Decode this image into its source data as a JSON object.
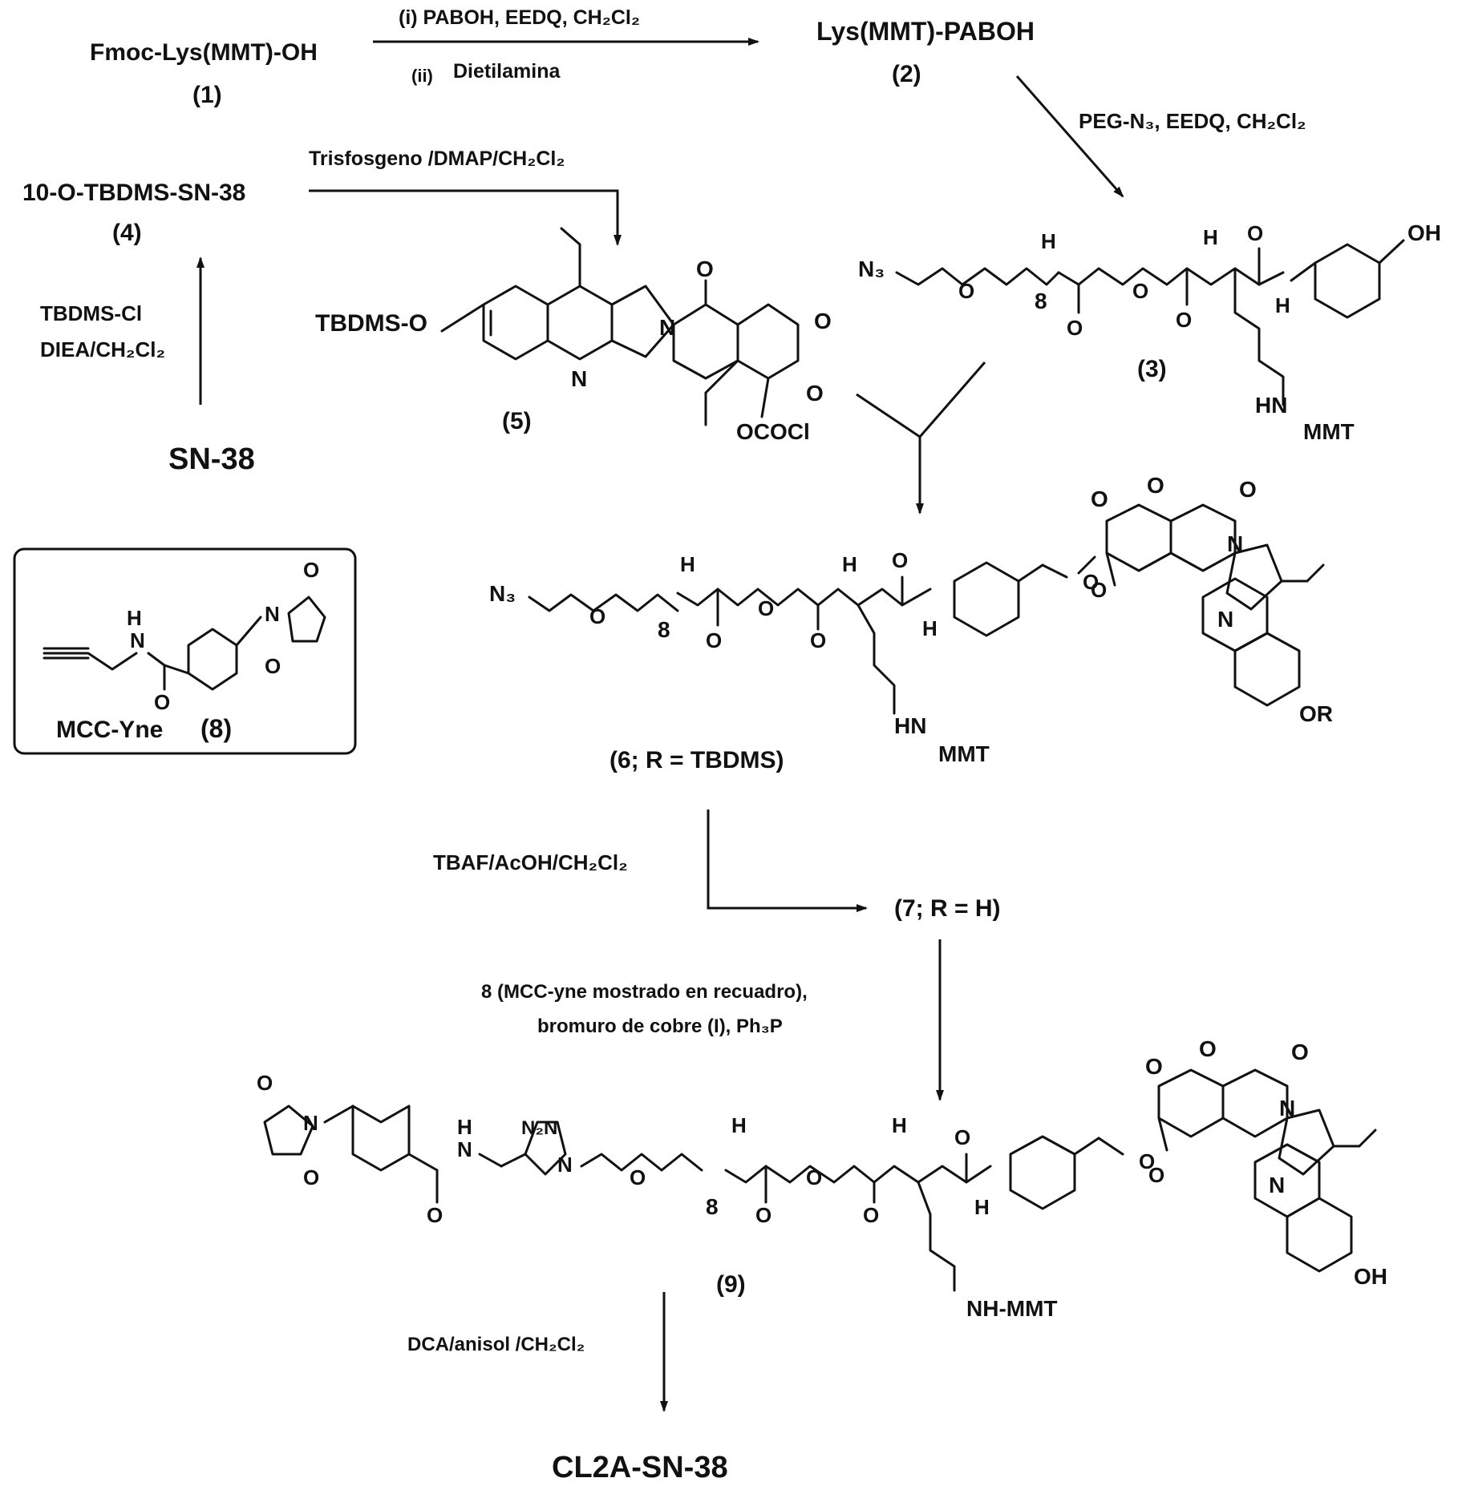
{
  "compounds": {
    "c1_name": "Fmoc-Lys(MMT)-OH",
    "c1_num": "(1)",
    "c2_name": "Lys(MMT)-PABOH",
    "c2_num": "(2)",
    "c3_num": "(3)",
    "c4_name": "10-O-TBDMS-SN-38",
    "c4_num": "(4)",
    "c5_num": "(5)",
    "sn38": "SN-38",
    "c6_num": "(6; R = TBDMS)",
    "c7_num": "(7; R = H)",
    "c8_name": "MCC-Yne",
    "c8_num": "(8)",
    "c9_num": "(9)",
    "final": "CL2A-SN-38"
  },
  "reagents": {
    "step1_i": "(i) PABOH, EEDQ, CH₂Cl₂",
    "step1_ii_num": "(ii)",
    "step1_ii": "Dietilamina",
    "step2": "PEG-N₃, EEDQ, CH₂Cl₂",
    "step3": "Trisfosgeno /DMAP/CH₂Cl₂",
    "step4_a": "TBDMS-Cl",
    "step4_b": "DIEA/CH₂Cl₂",
    "step5": "TBAF/AcOH/CH₂Cl₂",
    "step6_a": "8 (MCC-yne mostrado en recuadro),",
    "step6_b": "bromuro de cobre (I), Ph₃P",
    "step7": "DCA/anisol /CH₂Cl₂"
  },
  "atoms": {
    "tbdms_o": "TBDMS-O",
    "n": "N",
    "o": "O",
    "h": "H",
    "oh": "OH",
    "or": "OR",
    "ococl": "OCOCl",
    "n3": "N₃",
    "peg_n": "8",
    "hn": "HN",
    "mmt": "MMT",
    "nh_mmt": "NH-MMT",
    "triazole_n": "N₂N"
  }
}
